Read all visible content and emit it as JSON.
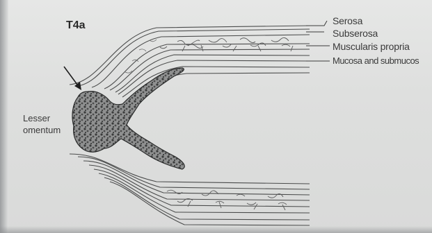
{
  "diagram": {
    "title": "T4a",
    "layer_labels": [
      "Serosa",
      "Subserosa",
      "Muscularis propria",
      "Mucosa and submucos"
    ],
    "side_label_line1": "Lesser",
    "side_label_line2": "omentum"
  }
}
